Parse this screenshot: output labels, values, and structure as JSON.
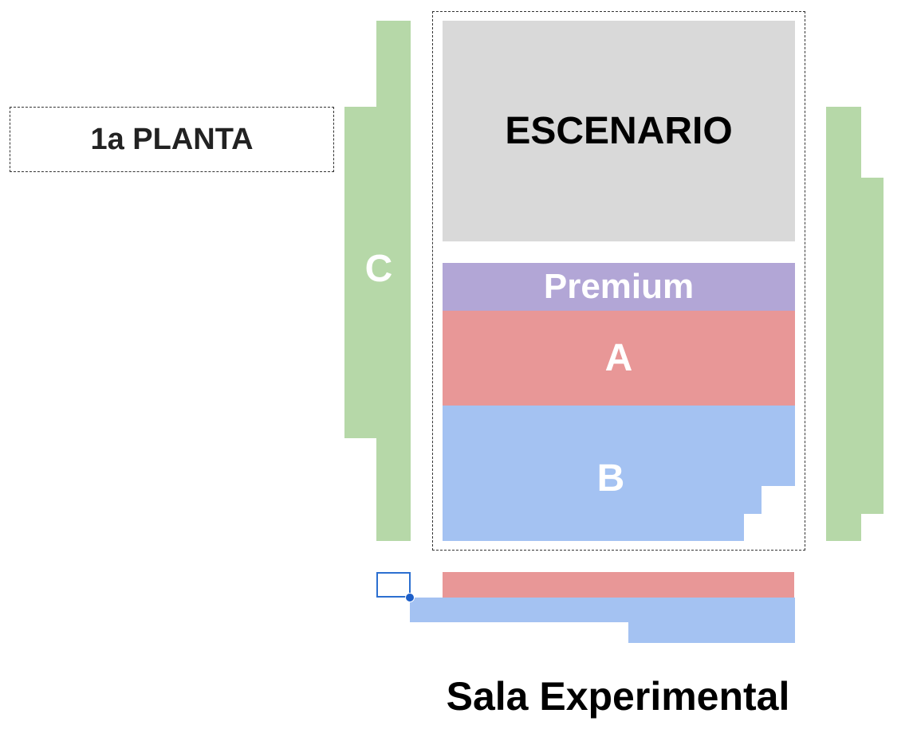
{
  "floor": {
    "label": "1a PLANTA"
  },
  "stage": {
    "label": "ESCENARIO",
    "color": "#d9d9d9"
  },
  "zones": {
    "premium": {
      "label": "Premium",
      "color": "#b2a6d6"
    },
    "a": {
      "label": "A",
      "color": "#e89797"
    },
    "b": {
      "label": "B",
      "color": "#a4c2f2"
    },
    "c": {
      "label": "C",
      "color": "#b6d8a8"
    }
  },
  "hall": {
    "title": "Sala Experimental"
  },
  "selection": {
    "handle_color": "#1d5fc9"
  }
}
